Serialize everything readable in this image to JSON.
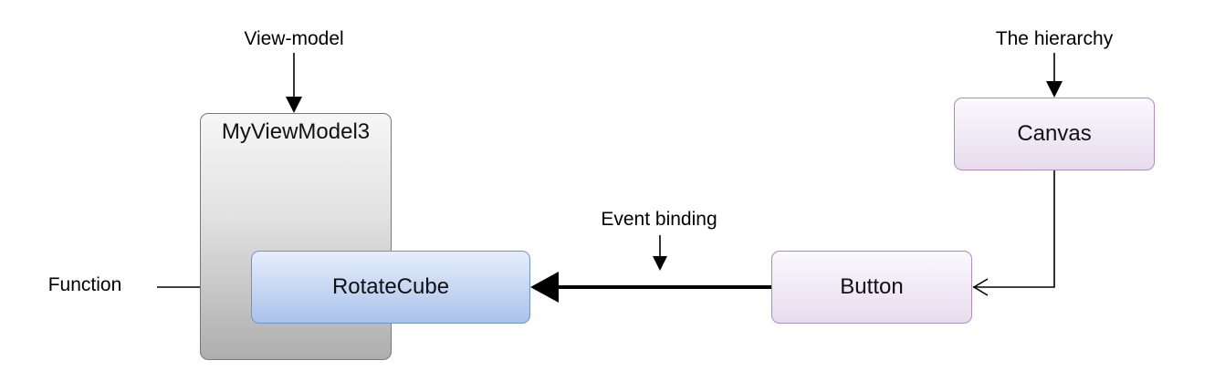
{
  "labels": {
    "view_model": "View-model",
    "hierarchy": "The hierarchy",
    "event_binding": "Event binding",
    "function": "Function"
  },
  "nodes": {
    "view_model_container": "MyViewModel3",
    "rotate_cube": "RotateCube",
    "canvas": "Canvas",
    "button": "Button"
  },
  "colors": {
    "view_model_fill_top": "#f6f6f6",
    "view_model_fill_bottom": "#aeaeae",
    "function_fill_top": "#e6eefc",
    "function_fill_bottom": "#a9c2ea",
    "function_border": "#6f93d2",
    "hierarchy_fill_top": "#fbf8fd",
    "hierarchy_fill_bottom": "#e6dcee",
    "hierarchy_border": "#b18ac2"
  }
}
